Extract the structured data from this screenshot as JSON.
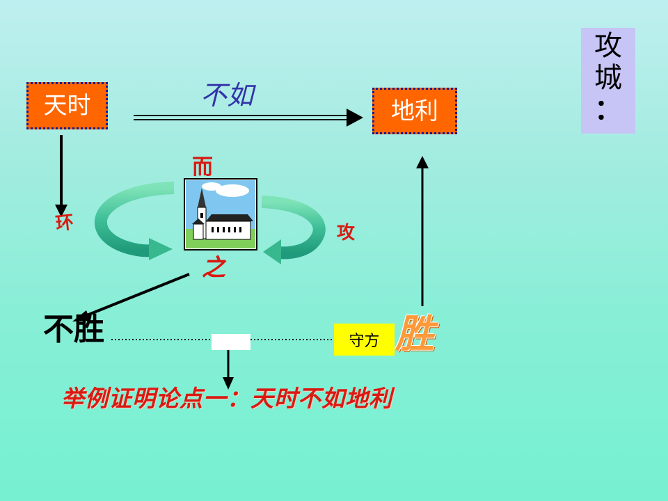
{
  "boxes": {
    "tianshi": "天时",
    "dili": "地利",
    "shoufang": "守方"
  },
  "side_title": {
    "chars": [
      "攻",
      "城",
      "："
    ]
  },
  "labels": {
    "bu_ru": "不如",
    "er": "而",
    "huan": "环",
    "gong": "攻",
    "zhi": "之",
    "bu_sheng": "不胜",
    "sheng": "胜"
  },
  "conclusion": "举例证明论点一：天时不如地利",
  "colors": {
    "box_fill": "#ff6600",
    "box_border": "#1a1a8c",
    "side_box": "#c7c4f6",
    "label_red": "#d91a12",
    "shoufang_fill": "#ffff00",
    "circular_arrow": "#2fb38c"
  },
  "icons": {
    "church": "church-clipart",
    "circular_arrows": "encircle-arrows-icon"
  }
}
